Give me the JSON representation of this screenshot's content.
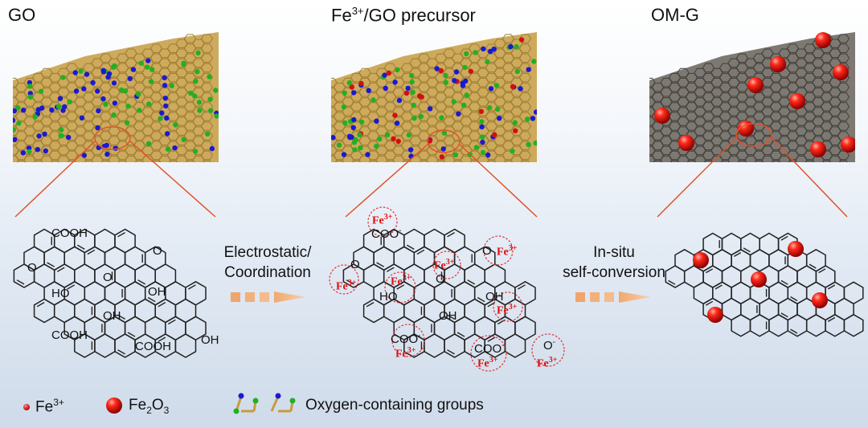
{
  "titles": {
    "go": "GO",
    "precursor_base": "Fe",
    "precursor_sup": "3+",
    "precursor_rest": "/GO precursor",
    "omg": "OM-G"
  },
  "arrows": {
    "step1_line1": "Electrostatic/",
    "step1_line2": "Coordination",
    "step2_line1": "In-situ",
    "step2_line2": "self-conversion"
  },
  "groups": {
    "cooh": "COOH",
    "oh": "OH",
    "ho": "HO",
    "o": "O",
    "coo": "COO",
    "minus": "-",
    "fe": "Fe",
    "fe_charge": "3+"
  },
  "legend": {
    "fe3_base": "Fe",
    "fe3_sup": "3+",
    "fe2o3_a": "Fe",
    "fe2o3_sub1": "2",
    "fe2o3_b": "O",
    "fe2o3_sub2": "3",
    "oxygen_groups": "Oxygen-containing groups"
  },
  "colors": {
    "go_sheet": "#c9a14a",
    "omg_sheet": "#6f6a63",
    "oxygen_green": "#22b022",
    "oxygen_blue": "#1a1ad0",
    "fe_red": "#d21010",
    "connector": "#e2522b",
    "arrow_fill": "#f3b98a"
  }
}
